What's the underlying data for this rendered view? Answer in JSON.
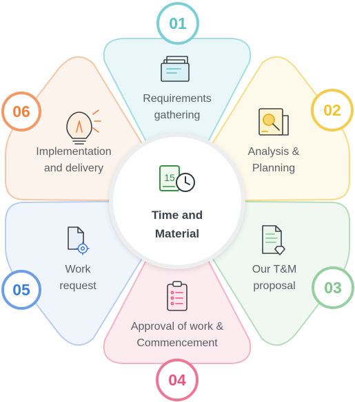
{
  "center": {
    "calendar_number": "15",
    "title_line1": "Time and",
    "title_line2": "Material"
  },
  "steps": [
    {
      "number": "01",
      "line1": "Requirements",
      "line2": "gathering",
      "icon": "folder-documents-icon",
      "color": "#5bbfc9",
      "fill": "#e3f5f7"
    },
    {
      "number": "02",
      "line1": "Analysis &",
      "line2": "Planning",
      "icon": "report-magnifier-icon",
      "color": "#f2c228",
      "fill": "#fdf5dc"
    },
    {
      "number": "03",
      "line1": "Our T&M",
      "line2": "proposal",
      "icon": "document-diamond-icon",
      "color": "#7fc48c",
      "fill": "#e7f4e9"
    },
    {
      "number": "04",
      "line1": "Approval of work &",
      "line2": "Commencement",
      "icon": "clipboard-checklist-icon",
      "color": "#e8557f",
      "fill": "#fbe4ea"
    },
    {
      "number": "05",
      "line1": "Work",
      "line2": "request",
      "icon": "document-gear-icon",
      "color": "#3d7ed6",
      "fill": "#e5ecf8"
    },
    {
      "number": "06",
      "line1": "Implementation",
      "line2": "and delivery",
      "icon": "lightbulb-icon",
      "color": "#ee7f3c",
      "fill": "#fbe9dc"
    }
  ]
}
